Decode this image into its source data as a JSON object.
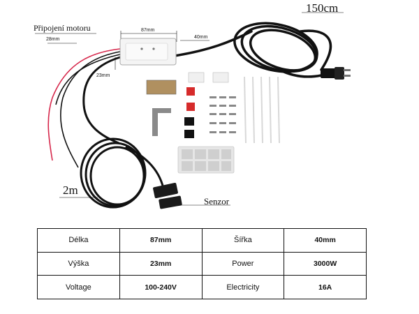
{
  "figure": {
    "labels": {
      "motor_connection": "Připojení motoru",
      "cable_power": "150cm",
      "cable_sensor": "2m",
      "sensor": "Senzor"
    },
    "dimensions": {
      "length": "87mm",
      "width": "40mm",
      "lead": "28mm",
      "height": "23mm"
    }
  },
  "table": {
    "rows": [
      [
        {
          "k": "Délka"
        },
        {
          "v": "87mm"
        },
        {
          "k": "Šířka"
        },
        {
          "v": "40mm"
        }
      ],
      [
        {
          "k": "Výška"
        },
        {
          "v": "23mm"
        },
        {
          "k": "Power"
        },
        {
          "v": "3000W"
        }
      ],
      [
        {
          "k": "Voltage"
        },
        {
          "v": "100-240V"
        },
        {
          "k": "Electricity"
        },
        {
          "v": "16A"
        }
      ]
    ]
  },
  "colors": {
    "cable": "#111111",
    "wire_red": "#d6264a",
    "module": "#f2f2f2",
    "bracket": "#8a8a8a",
    "sticky_pad": "#e2e2e2",
    "red_part": "#d62b2b"
  },
  "icons": [
    "relay-module-icon",
    "power-plug-icon",
    "magnetic-sensor-icon",
    "bracket-icon",
    "screw-icon",
    "cable-tie-icon",
    "adhesive-pad-icon"
  ]
}
